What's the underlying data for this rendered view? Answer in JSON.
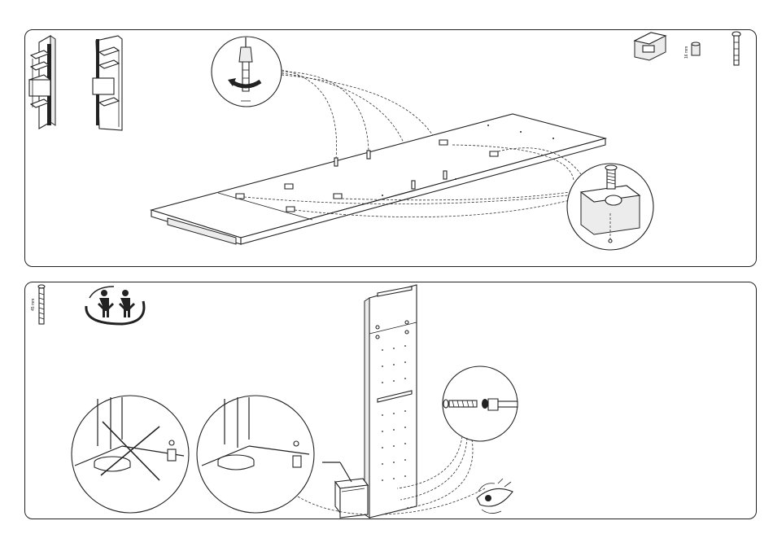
{
  "document": {
    "type": "assembly-instructions",
    "step_top": {
      "parts": [
        {
          "icon": "shelf-support-clip-icon"
        },
        {
          "icon": "cam-lock-icon",
          "label": "16 mm"
        },
        {
          "icon": "connector-bolt-icon"
        }
      ]
    },
    "step_bottom": {
      "parts": [
        {
          "icon": "long-screw-icon",
          "label": "45 mm"
        }
      ],
      "people_required": 2,
      "warnings": [
        "wrong-foot-position-crossed-out"
      ]
    }
  },
  "colors": {
    "line": "#222222",
    "fill_light": "#f2f2f2",
    "fill_mid": "#d9d9d9"
  }
}
